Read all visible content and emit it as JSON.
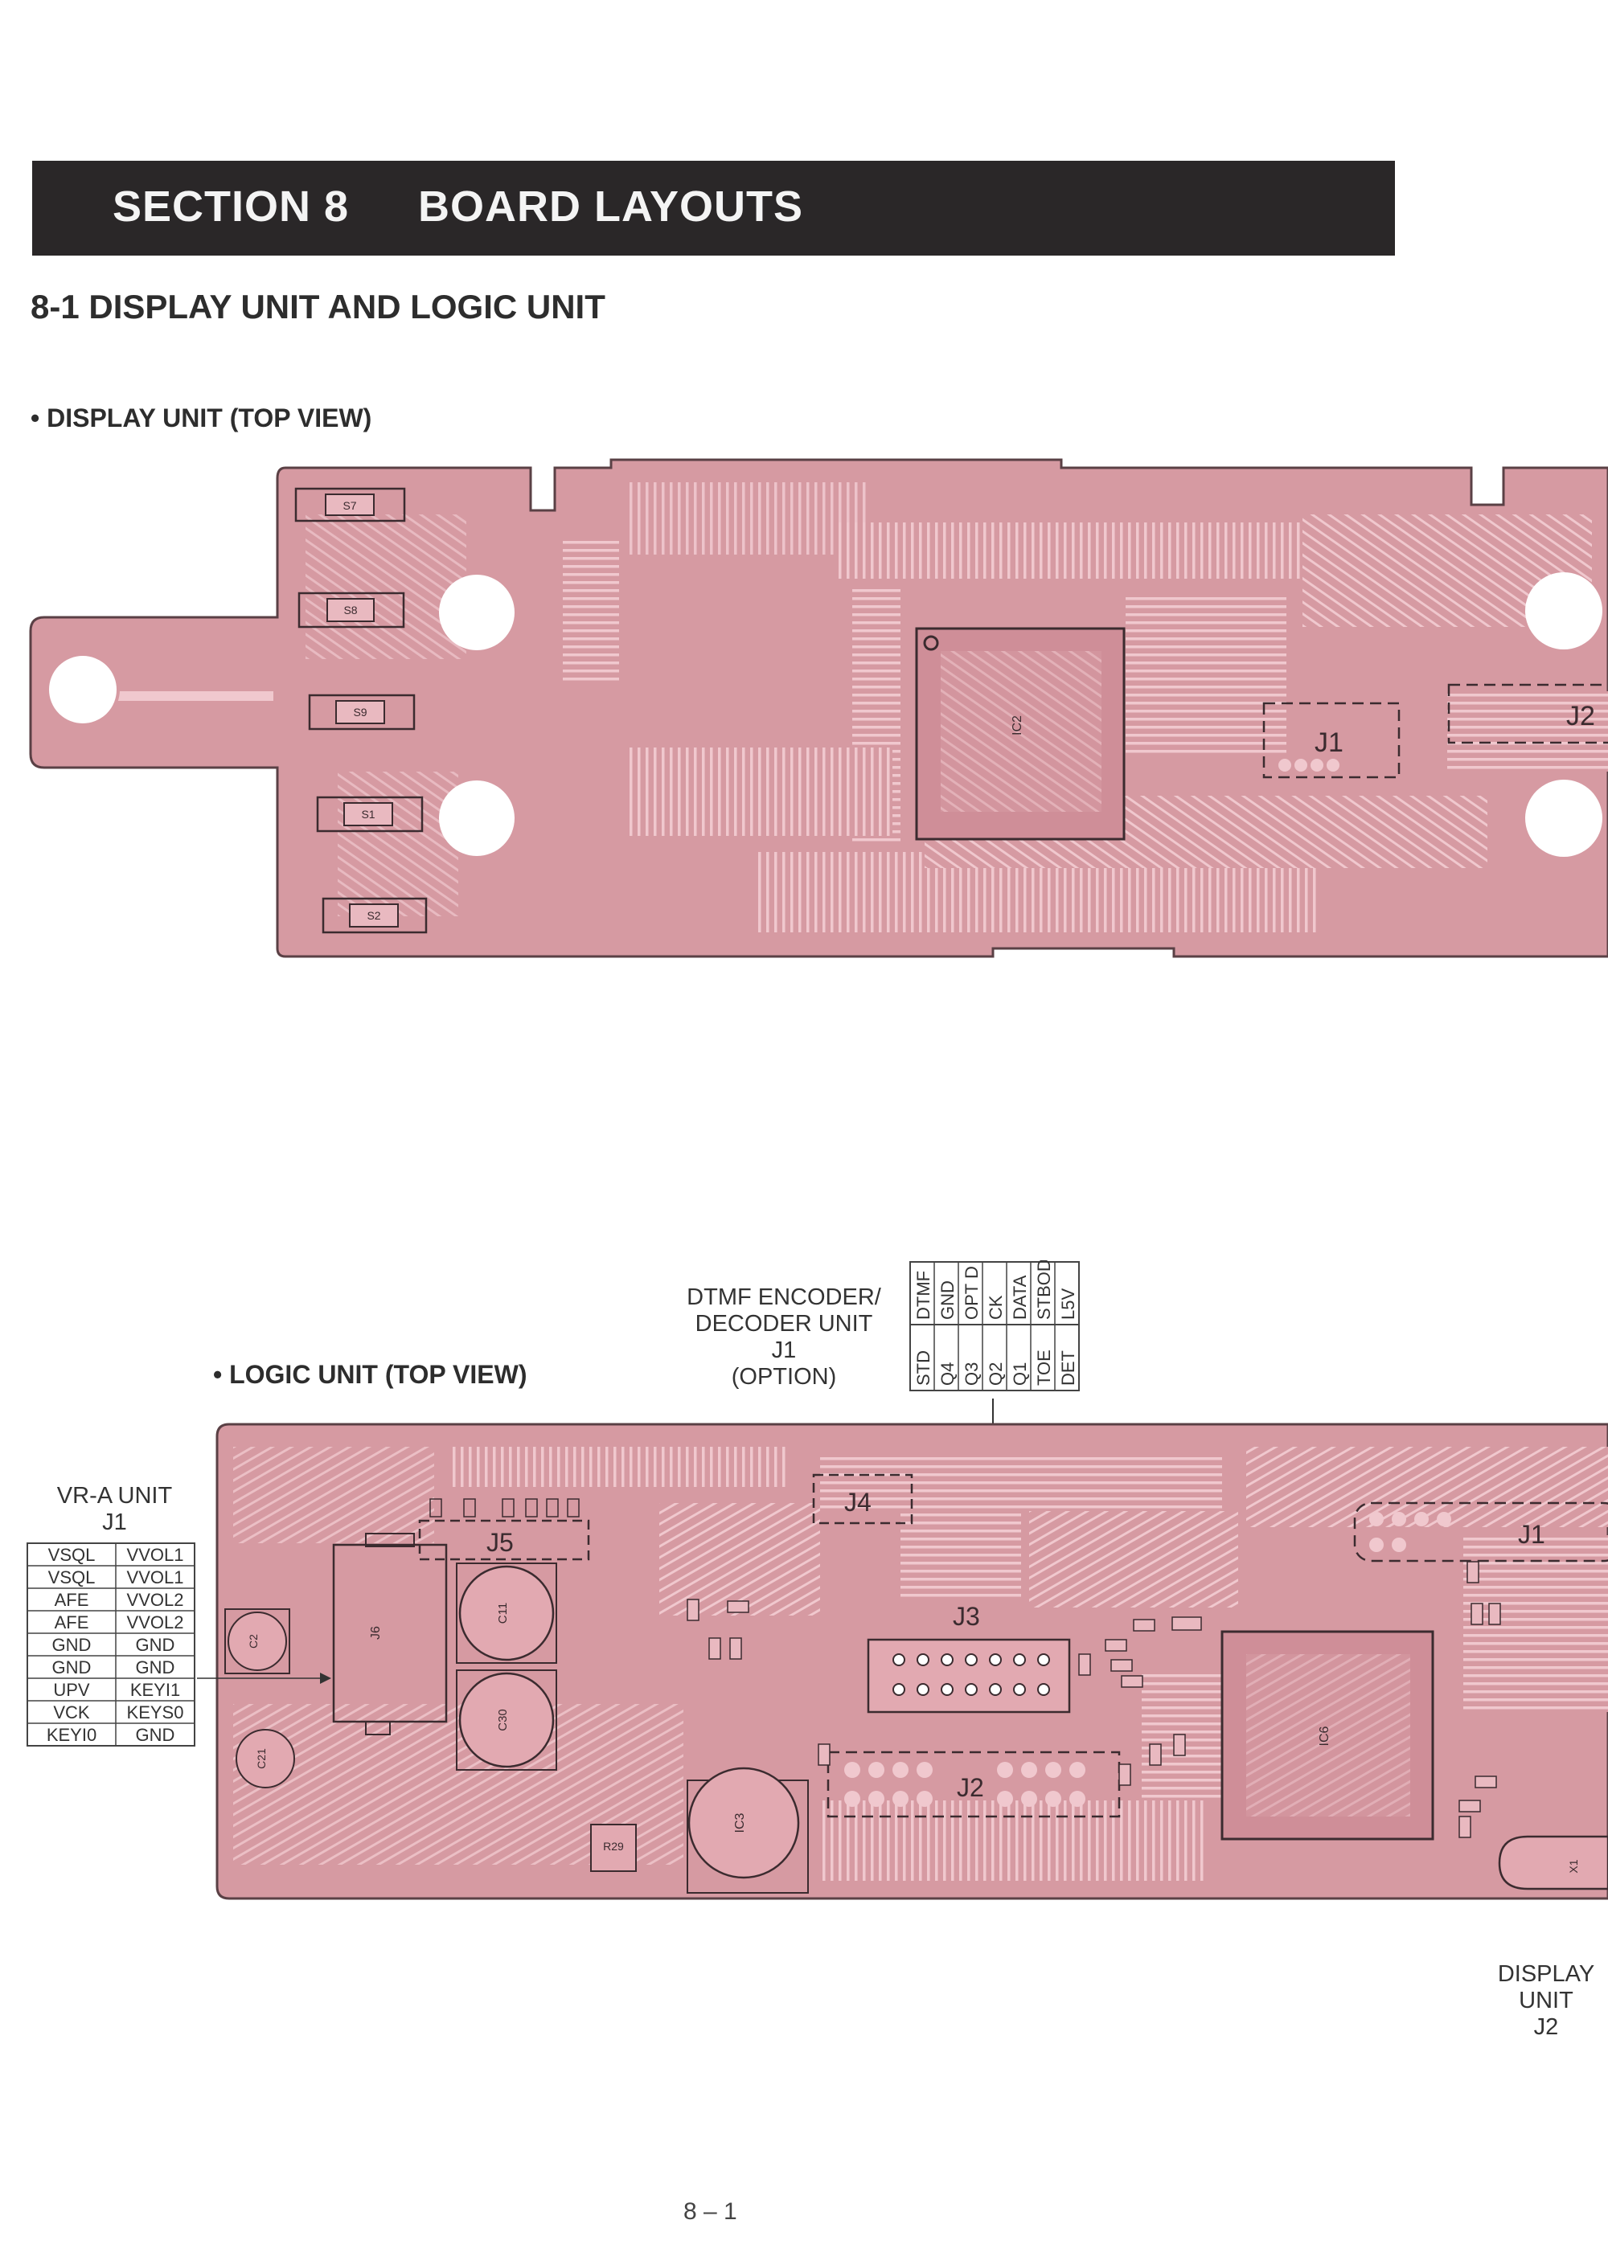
{
  "section": {
    "number": "SECTION  8",
    "title": "BOARD LAYOUTS"
  },
  "subheading": "8-1  DISPLAY UNIT AND LOGIC UNIT",
  "display_view_label": "• DISPLAY UNIT (TOP VIEW)",
  "logic_view_label": "• LOGIC UNIT (TOP VIEW)",
  "display_parts": {
    "switches": [
      "S7",
      "S8",
      "S9",
      "S1",
      "S2"
    ],
    "ic": "IC2",
    "connector_j1": "J1",
    "connector_j2": "J2"
  },
  "dtmf": {
    "lines": [
      "DTMF ENCODER/",
      "DECODER UNIT",
      "J1",
      "(OPTION)"
    ],
    "pins_top": [
      "DTMF",
      "GND",
      "OPT D",
      "CK",
      "DATA",
      "STBOD",
      "L5V"
    ],
    "pins_bottom": [
      "STD",
      "Q4",
      "Q3",
      "Q2",
      "Q1",
      "TOE",
      "DET"
    ]
  },
  "vra": {
    "title": "VR-A UNIT",
    "sub": "J1",
    "rows": [
      [
        "VSQL",
        "VVOL1"
      ],
      [
        "VSQL",
        "VVOL1"
      ],
      [
        "AFE",
        "VVOL2"
      ],
      [
        "AFE",
        "VVOL2"
      ],
      [
        "GND",
        "GND"
      ],
      [
        "GND",
        "GND"
      ],
      [
        "UPV",
        "KEYI1"
      ],
      [
        "VCK",
        "KEYS0"
      ],
      [
        "KEYI0",
        "GND"
      ]
    ]
  },
  "logic_parts": {
    "j1": "J1",
    "j2": "J2",
    "j3": "J3",
    "j4": "J4",
    "j5": "J5",
    "c2": "C2",
    "c21": "C21",
    "c11": "C11",
    "c30": "C30",
    "ic3": "IC3",
    "j6": "J6",
    "ic6": "IC6",
    "x1": "X1",
    "r29": "R29"
  },
  "display_j2_note": [
    "DISPLAY",
    "UNIT",
    "J2"
  ],
  "page_number": "8 – 1",
  "colors": {
    "board": "#d69aa2",
    "trace": "#f0c8ce",
    "outline": "#5a4045",
    "header_bg": "#2a2728"
  }
}
